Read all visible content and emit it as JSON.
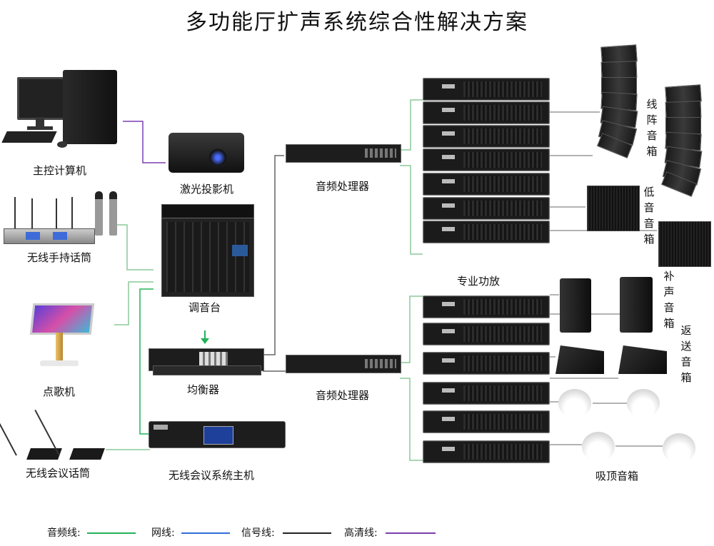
{
  "title": "多功能厅扩声系统综合性解决方案",
  "labels": {
    "pc": "主控计算机",
    "projector": "激光投影机",
    "wireless_mic": "无线手持话筒",
    "mixer": "调音台",
    "karaoke": "点歌机",
    "equalizer": "均衡器",
    "conf_mic": "无线会议话筒",
    "conf_host": "无线会议系统主机",
    "processor_top": "音频处理器",
    "processor_bottom": "音频处理器",
    "amplifier": "专业功放",
    "line_array": "线阵音箱",
    "subwoofer": "低音音箱",
    "fill_speaker": "补声音箱",
    "monitor_speaker": "返送音箱",
    "ceiling_speaker": "吸顶音箱"
  },
  "legend": [
    {
      "label": "音频线:",
      "color": "#22b35a"
    },
    {
      "label": "网线:",
      "color": "#2f6fd6"
    },
    {
      "label": "信号线:",
      "color": "#222222"
    },
    {
      "label": "高清线:",
      "color": "#7b3fb0"
    }
  ]
}
